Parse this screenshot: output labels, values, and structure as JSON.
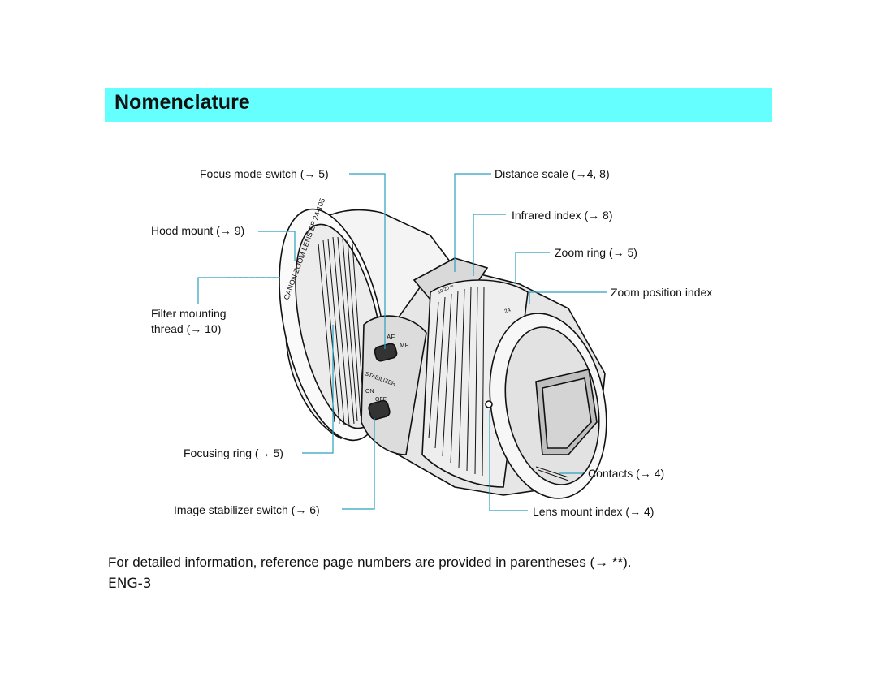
{
  "page": {
    "title": "Nomenclature",
    "accent_color": "#66ffff",
    "footnote": "For detailed information, reference page numbers are provided in parentheses (→ **).",
    "page_number": "ENG-3"
  },
  "labels": {
    "focus_mode_switch": "Focus mode switch (→ 5)",
    "hood_mount": "Hood mount (→ 9)",
    "filter_mounting_thread_1": "Filter mounting",
    "filter_mounting_thread_2": "thread (→ 10)",
    "focusing_ring": "Focusing ring (→ 5)",
    "image_stabilizer_switch": "Image stabilizer switch (→ 6)",
    "distance_scale": "Distance scale  (→4, 8)",
    "infrared_index": "Infrared index  (→ 8)",
    "zoom_ring": "Zoom ring (→ 5)",
    "zoom_position_index": "Zoom position index",
    "contacts": "Contacts (→ 4)",
    "lens_mount_index": "Lens mount index  (→ 4)"
  },
  "lens_markings": {
    "brand": "CANON ZOOM LENS EF 24-105",
    "af": "AF",
    "mf": "MF",
    "stabilizer": "STABILIZER",
    "on": "ON",
    "off": "OFF",
    "zoom_marks": "24",
    "scale_marks": "10  20  ∞"
  }
}
